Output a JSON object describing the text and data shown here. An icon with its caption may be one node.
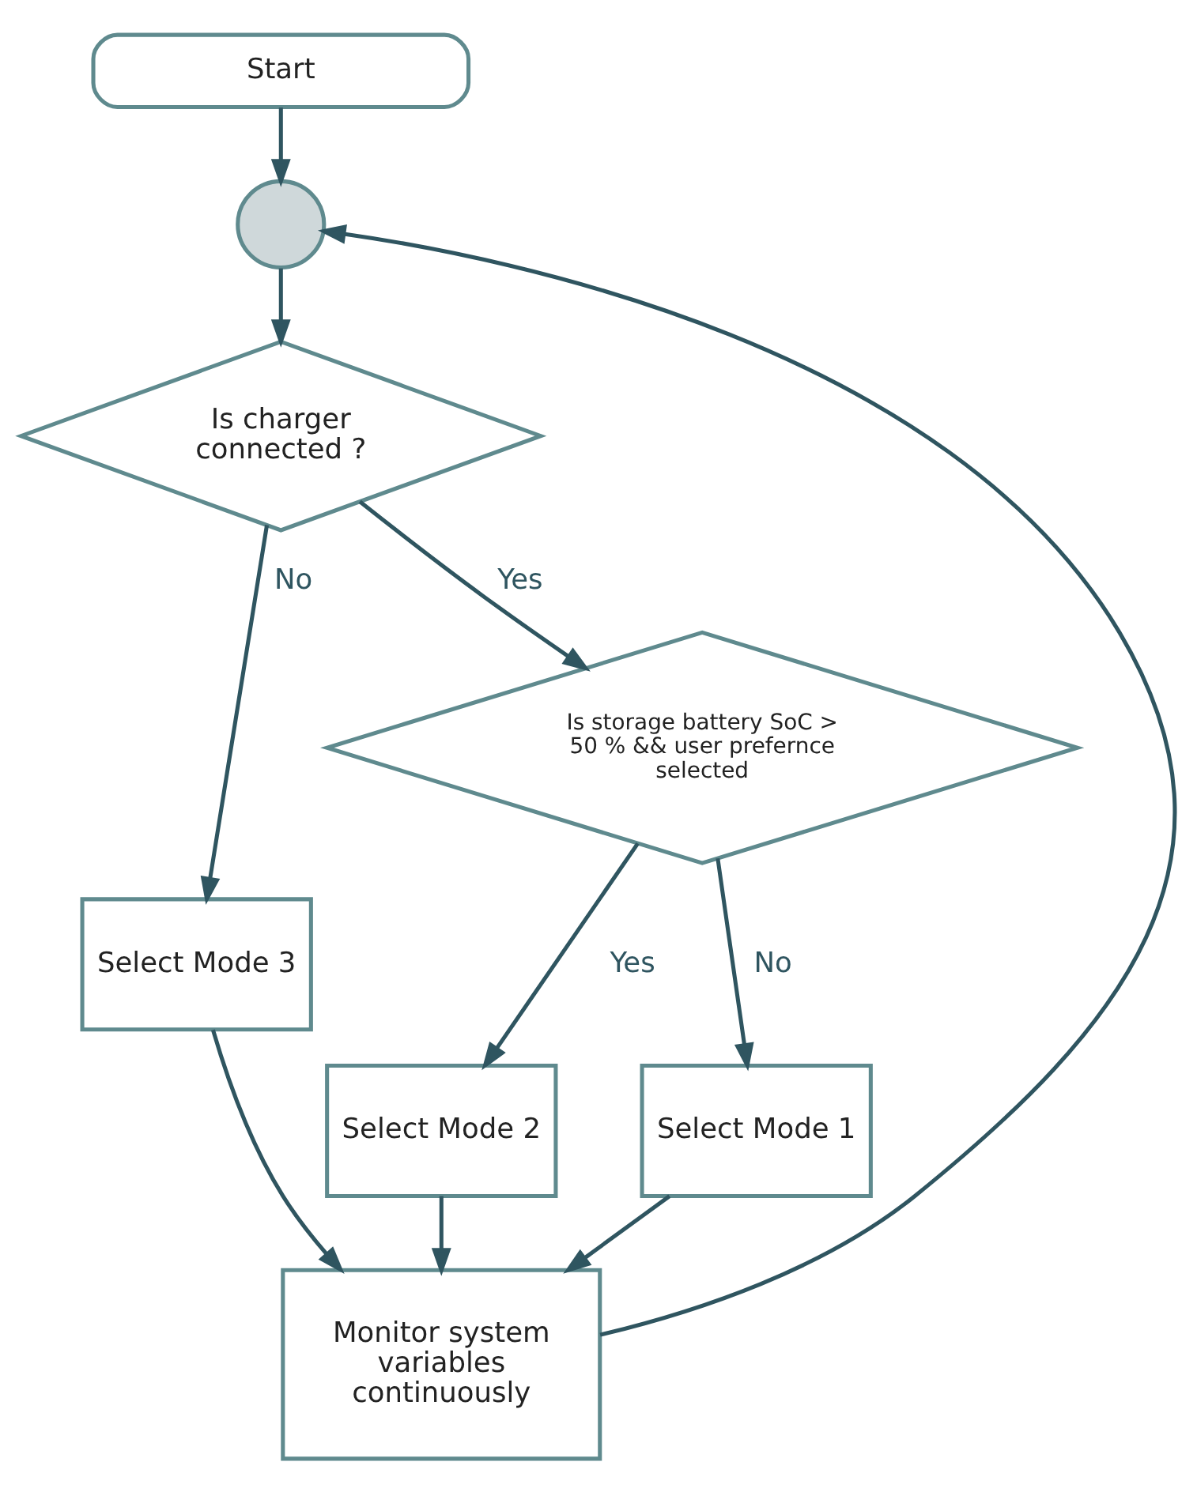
{
  "diagram": {
    "nodes": [
      {
        "text": [
          "Start"
        ]
      },
      {
        "text": [],
        "shape": "circle"
      },
      {
        "text": [
          "Is charger connected ?"
        ]
      },
      {
        "text": [
          "Select Mode 3"
        ]
      },
      {
        "text": [
          "Is storage battery SoC > 50 % && user prefernce selected"
        ]
      },
      {
        "text": [
          "Select Mode 2"
        ]
      },
      {
        "text": [
          "Select Mode 1"
        ]
      },
      {
        "text": [
          "Monitor system variables continuously"
        ]
      }
    ],
    "edges": [
      {
        "from": 0,
        "to": 1,
        "arrow": "to"
      },
      {
        "from": 1,
        "to": 2,
        "arrow": "to"
      },
      {
        "from": 2,
        "to": 3,
        "arrow": "to",
        "label": "No"
      },
      {
        "from": 2,
        "to": 4,
        "arrow": "to",
        "label": "Yes"
      },
      {
        "from": 4,
        "to": 5,
        "arrow": "to",
        "label": "Yes"
      },
      {
        "from": 4,
        "to": 6,
        "arrow": "to",
        "label": "No"
      },
      {
        "from": 3,
        "to": 7,
        "arrow": "to"
      },
      {
        "from": 6,
        "to": 7,
        "arrow": "to"
      },
      {
        "from": 5,
        "to": 7,
        "arrow": "to"
      },
      {
        "from": 7,
        "to": 1,
        "arrow": "to"
      }
    ]
  }
}
